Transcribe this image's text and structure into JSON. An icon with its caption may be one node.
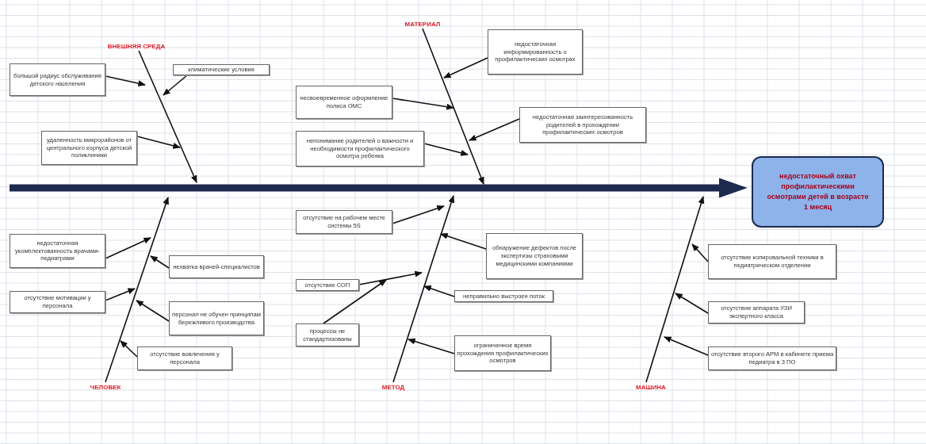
{
  "diagram": {
    "nodes": [
      {
        "text": [
          "ВНЕШНЯЯ СРЕДА"
        ]
      },
      {
        "text": [
          "МАТЕРИАЛ"
        ]
      },
      {
        "text": [
          "большой радиус обслуживания детского населения"
        ]
      },
      {
        "text": [
          "климатические условия"
        ]
      },
      {
        "text": [
          "удаленность микрорайонов от центрального корпуса детской поликлиники"
        ]
      },
      {
        "text": [
          "недостаточная информированность о профилактических осмотрах"
        ]
      },
      {
        "text": [
          "несвоевременное оформление полиса ОМС"
        ]
      },
      {
        "text": [
          "недостаточная заинтересованность родителей в прохождении профилактических осмотров"
        ]
      },
      {
        "text": [
          "непонимание родителей о важности и необходимости профилактического осмотра ребенка"
        ]
      },
      {
        "text": [
          "недостаточный охват профилактическими осмотрами детей в возрасте 1 месяц"
        ]
      },
      {
        "text": [
          "недостаточная укомплектованность врачами-педиатрами"
        ]
      },
      {
        "text": [
          "нехватка врачей-специалистов"
        ]
      },
      {
        "text": [
          "отсутствие мотивации у персонала"
        ]
      },
      {
        "text": [
          "персонал не обучен принципам бережливого производства"
        ]
      },
      {
        "text": [
          "отсутствие вовлечения у персонала"
        ]
      },
      {
        "text": [
          "отсутствие на рабочем месте системы 5S"
        ]
      },
      {
        "text": [
          "обнаружение дефектов после экспертизы страховыми медицинскими компаниями"
        ]
      },
      {
        "text": [
          "отсутствие СОП"
        ]
      },
      {
        "text": [
          "неправильно выстроен поток"
        ]
      },
      {
        "text": [
          "процессы не стандартизованы"
        ]
      },
      {
        "text": [
          "ограниченное время прохождения профилактических осмотров"
        ]
      },
      {
        "text": [
          "отсутствие копировальной техники в педиатрическом отделении"
        ]
      },
      {
        "text": [
          "отсутствие аппарата УЗИ экспертного класса"
        ]
      },
      {
        "text": [
          "отсутствие второго АРМ в кабинете приема педиатра в 3 ПО"
        ]
      },
      {
        "text": [
          "ЧЕЛОВЕК"
        ]
      },
      {
        "text": [
          "МЕТОД"
        ]
      },
      {
        "text": [
          "МАШИНА"
        ]
      }
    ],
    "edges": [
      {
        "from": null,
        "to": 9,
        "arrow": "to",
        "style": "thick",
        "color": "#1c2a4e"
      },
      {
        "from": 0,
        "to": null,
        "arrow": "to"
      },
      {
        "from": 1,
        "to": null,
        "arrow": "to"
      },
      {
        "from": 24,
        "to": null,
        "arrow": "to"
      },
      {
        "from": 25,
        "to": null,
        "arrow": "to"
      },
      {
        "from": 26,
        "to": null,
        "arrow": "to"
      },
      {
        "from": 2,
        "to": null,
        "arrow": "to"
      },
      {
        "from": 3,
        "to": null,
        "arrow": "to"
      },
      {
        "from": 4,
        "to": null,
        "arrow": "to"
      },
      {
        "from": 5,
        "to": null,
        "arrow": "to"
      },
      {
        "from": 6,
        "to": null,
        "arrow": "to"
      },
      {
        "from": 7,
        "to": null,
        "arrow": "to"
      },
      {
        "from": 8,
        "to": null,
        "arrow": "to"
      },
      {
        "from": 10,
        "to": null,
        "arrow": "to"
      },
      {
        "from": 11,
        "to": null,
        "arrow": "to"
      },
      {
        "from": 12,
        "to": null,
        "arrow": "to"
      },
      {
        "from": 13,
        "to": null,
        "arrow": "to"
      },
      {
        "from": 14,
        "to": null,
        "arrow": "to"
      },
      {
        "from": 15,
        "to": null,
        "arrow": "to"
      },
      {
        "from": 16,
        "to": null,
        "arrow": "to"
      },
      {
        "from": 17,
        "to": null,
        "arrow": "to"
      },
      {
        "from": 18,
        "to": null,
        "arrow": "to"
      },
      {
        "from": 19,
        "to": null,
        "arrow": "to"
      },
      {
        "from": 20,
        "to": null,
        "arrow": "to"
      },
      {
        "from": 21,
        "to": null,
        "arrow": "to"
      },
      {
        "from": 22,
        "to": null,
        "arrow": "to"
      },
      {
        "from": 23,
        "to": null,
        "arrow": "to"
      }
    ]
  }
}
